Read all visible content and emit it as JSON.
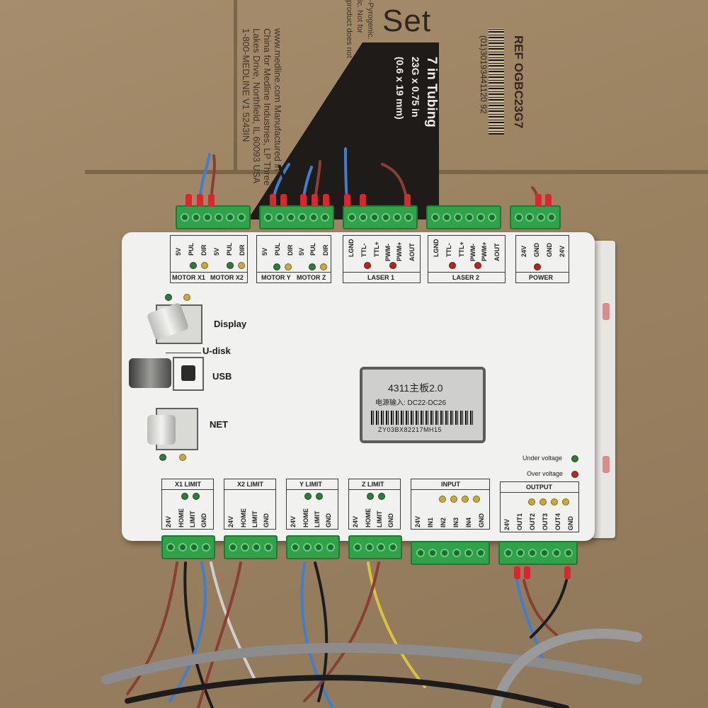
{
  "cardboard": {
    "big_word": "Set",
    "left_text_lines": [
      "www.medline.com Manufactured in",
      "China for Medline Industries, LP Three",
      "Lakes Drive, Northfield, IL 60093 USA",
      "1-800-MEDLINE V1 5243IN"
    ],
    "top_text_lines": [
      "-Pyrogenic.",
      "ic. Not for",
      "product does not"
    ],
    "tubing_lines": [
      "7 in Tubing",
      "23G x 0.75 in",
      "(0.6 x 19 mm)"
    ],
    "ref_label": "REF OGBC23G7",
    "barcode_text": "(01)30193441120 92"
  },
  "board": {
    "top_groups": [
      {
        "id": "motor-x",
        "pins": [
          "5V",
          "PUL",
          "DIR",
          "5V",
          "PUL",
          "DIR"
        ],
        "names": [
          "MOTOR X1",
          "MOTOR X2"
        ]
      },
      {
        "id": "motor-yz",
        "pins": [
          "5V",
          "PUL",
          "DIR",
          "5V",
          "PUL",
          "DIR"
        ],
        "names": [
          "MOTOR Y",
          "MOTOR Z"
        ]
      },
      {
        "id": "laser1",
        "pins": [
          "LGND",
          "TTL-",
          "TTL+",
          "PWM-",
          "PWM+",
          "AOUT"
        ],
        "names": [
          "LASER 1"
        ]
      },
      {
        "id": "laser2",
        "pins": [
          "LGND",
          "TTL-",
          "TTL+",
          "PWM-",
          "PWM+",
          "AOUT"
        ],
        "names": [
          "LASER 2"
        ]
      },
      {
        "id": "power",
        "pins": [
          "24V",
          "GND",
          "GND",
          "24V"
        ],
        "names": [
          "POWER"
        ]
      }
    ],
    "side_labels": {
      "display": "Display",
      "udisk": "U-disk",
      "usb": "USB",
      "net": "NET"
    },
    "sticker": {
      "title": "4311主板2.0",
      "power": "电源输入: DC22-DC26",
      "serial": "ZY03BX82217MH15"
    },
    "status": {
      "under": "Under voltage",
      "over": "Over voltage"
    },
    "bottom_groups": [
      {
        "id": "x1",
        "name": "X1 LIMIT",
        "pins": [
          "24V",
          "HOME",
          "LIMIT",
          "GND"
        ]
      },
      {
        "id": "x2",
        "name": "X2 LIMIT",
        "pins": [
          "24V",
          "HOME",
          "LIMIT",
          "GND"
        ]
      },
      {
        "id": "y",
        "name": "Y LIMIT",
        "pins": [
          "24V",
          "HOME",
          "LIMIT",
          "GND"
        ]
      },
      {
        "id": "z",
        "name": "Z LIMIT",
        "pins": [
          "24V",
          "HOME",
          "LIMIT",
          "GND"
        ]
      },
      {
        "id": "input",
        "name": "INPUT",
        "pins": [
          "24V",
          "IN1",
          "IN2",
          "IN3",
          "IN4",
          "GND"
        ]
      },
      {
        "id": "output",
        "name": "OUTPUT",
        "pins": [
          "24V",
          "OUT1",
          "OUT2",
          "OUT3",
          "OUT4",
          "GND"
        ]
      }
    ]
  },
  "colors": {
    "board": "#f1f1ef",
    "connector": "#2fa24a",
    "cardboard": "#9c8566",
    "wire_red": "#d7282f",
    "wire_blue": "#3f7fd0"
  }
}
